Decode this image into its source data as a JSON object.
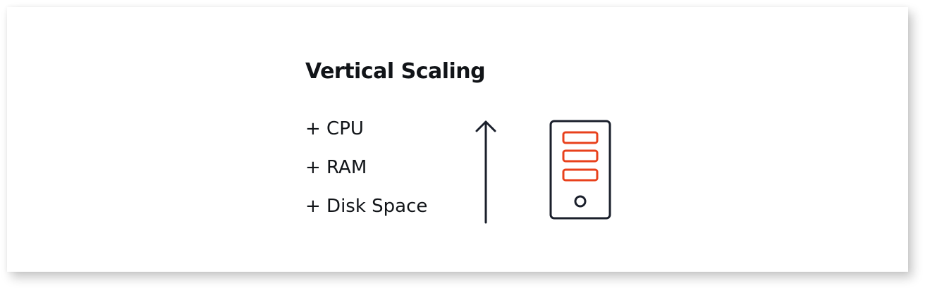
{
  "diagram": {
    "title": "Vertical Scaling",
    "items": [
      "+ CPU",
      "+ RAM",
      "+ Disk Space"
    ],
    "icons": {
      "arrow": "up-arrow-icon",
      "server": "server-icon"
    },
    "colors": {
      "text": "#111418",
      "outline": "#1a1f2b",
      "accent": "#e8411c",
      "background": "#ffffff"
    }
  }
}
